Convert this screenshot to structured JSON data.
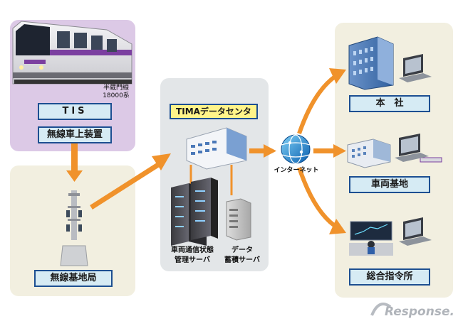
{
  "train": {
    "line_name": "半蔵門線",
    "series": "18000系",
    "tis_label": "TIS",
    "onboard_label": "無線車上装置"
  },
  "ground": {
    "station_label": "無線基地局"
  },
  "datacenter": {
    "title": "TIMAデータセンタ",
    "server1_caption": "車両通信状態\n管理サーバ",
    "server2_caption": "データ\n蓄積サーバ"
  },
  "network": {
    "internet_label": "インターネット"
  },
  "destinations": [
    {
      "label": "本　社"
    },
    {
      "label": "車両基地"
    },
    {
      "label": "総合指令所"
    }
  ],
  "watermark": "Response.",
  "colors": {
    "train_panel": "#dcc9e6",
    "beige_panel": "#f2efe0",
    "gray_panel": "#e3e6e8",
    "arrow": "#f0922b",
    "box_border": "#1d4f91",
    "box_fill": "#d6ebf4"
  }
}
